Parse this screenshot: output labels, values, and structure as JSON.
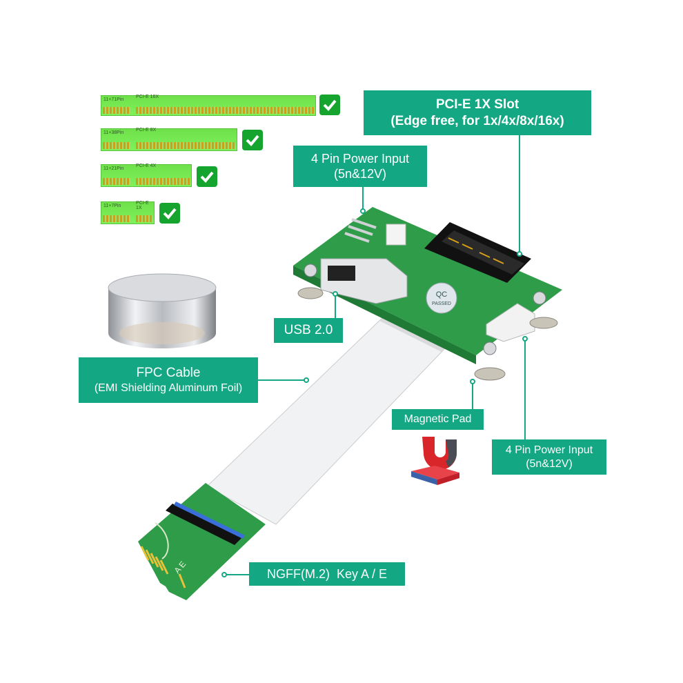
{
  "slots": [
    {
      "pins": "11+71Pin",
      "name": "PCI-E 16X"
    },
    {
      "pins": "11+38Pin",
      "name": "PCI-E 8X"
    },
    {
      "pins": "11+21Pin",
      "name": "PCI-E 4X"
    },
    {
      "pins": "11+7Pin",
      "name": "PCI-E 1X"
    }
  ],
  "labels": {
    "pcie_slot": {
      "line1": "PCI-E 1X Slot",
      "line2": "(Edge free, for 1x/4x/8x/16x)"
    },
    "power_top": {
      "line1": "4 Pin Power Input",
      "line2": "(5n&12V)"
    },
    "usb": {
      "line1": "USB 2.0"
    },
    "fpc": {
      "line1": "FPC Cable",
      "line2": "(EMI Shielding Aluminum Foil)"
    },
    "magnetic": {
      "line1": "Magnetic Pad"
    },
    "power_right": {
      "line1": "4 Pin Power Input",
      "line2": "(5n&12V)"
    },
    "ngff": {
      "line1": "NGFF(M.2)  Key A / E"
    }
  },
  "board_marks": {
    "qc1": "QC",
    "qc2": "PASSED",
    "m2_key": "A  E"
  },
  "colors": {
    "accent": "#13a883",
    "pcb": "#2e9c48",
    "check": "#15a52e",
    "slot_green": "#72e84c"
  },
  "icons": [
    "check-icon",
    "magnet-icon",
    "aluminum-tape-icon"
  ]
}
